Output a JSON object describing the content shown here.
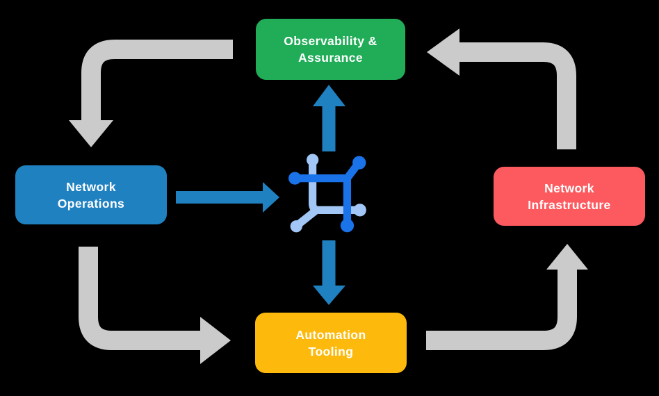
{
  "diagram": {
    "nodes": [
      {
        "id": "observability-assurance",
        "label": "Observability &\nAssurance",
        "color": "#21AC58"
      },
      {
        "id": "network-operations",
        "label": "Network\nOperations",
        "color": "#2081C1"
      },
      {
        "id": "network-infrastructure",
        "label": "Network\nInfrastructure",
        "color": "#FD5A5F"
      },
      {
        "id": "automation-tooling",
        "label": "Automation\nTooling",
        "color": "#FDBA0C"
      }
    ],
    "center_icon": {
      "name": "network-platform-icon",
      "dark_color": "#1A73E8",
      "light_color": "#A2C6F5"
    },
    "colors": {
      "background": "#000000",
      "cycle_arrow": "#CBCBCB",
      "flow_arrow": "#2081C1"
    }
  }
}
